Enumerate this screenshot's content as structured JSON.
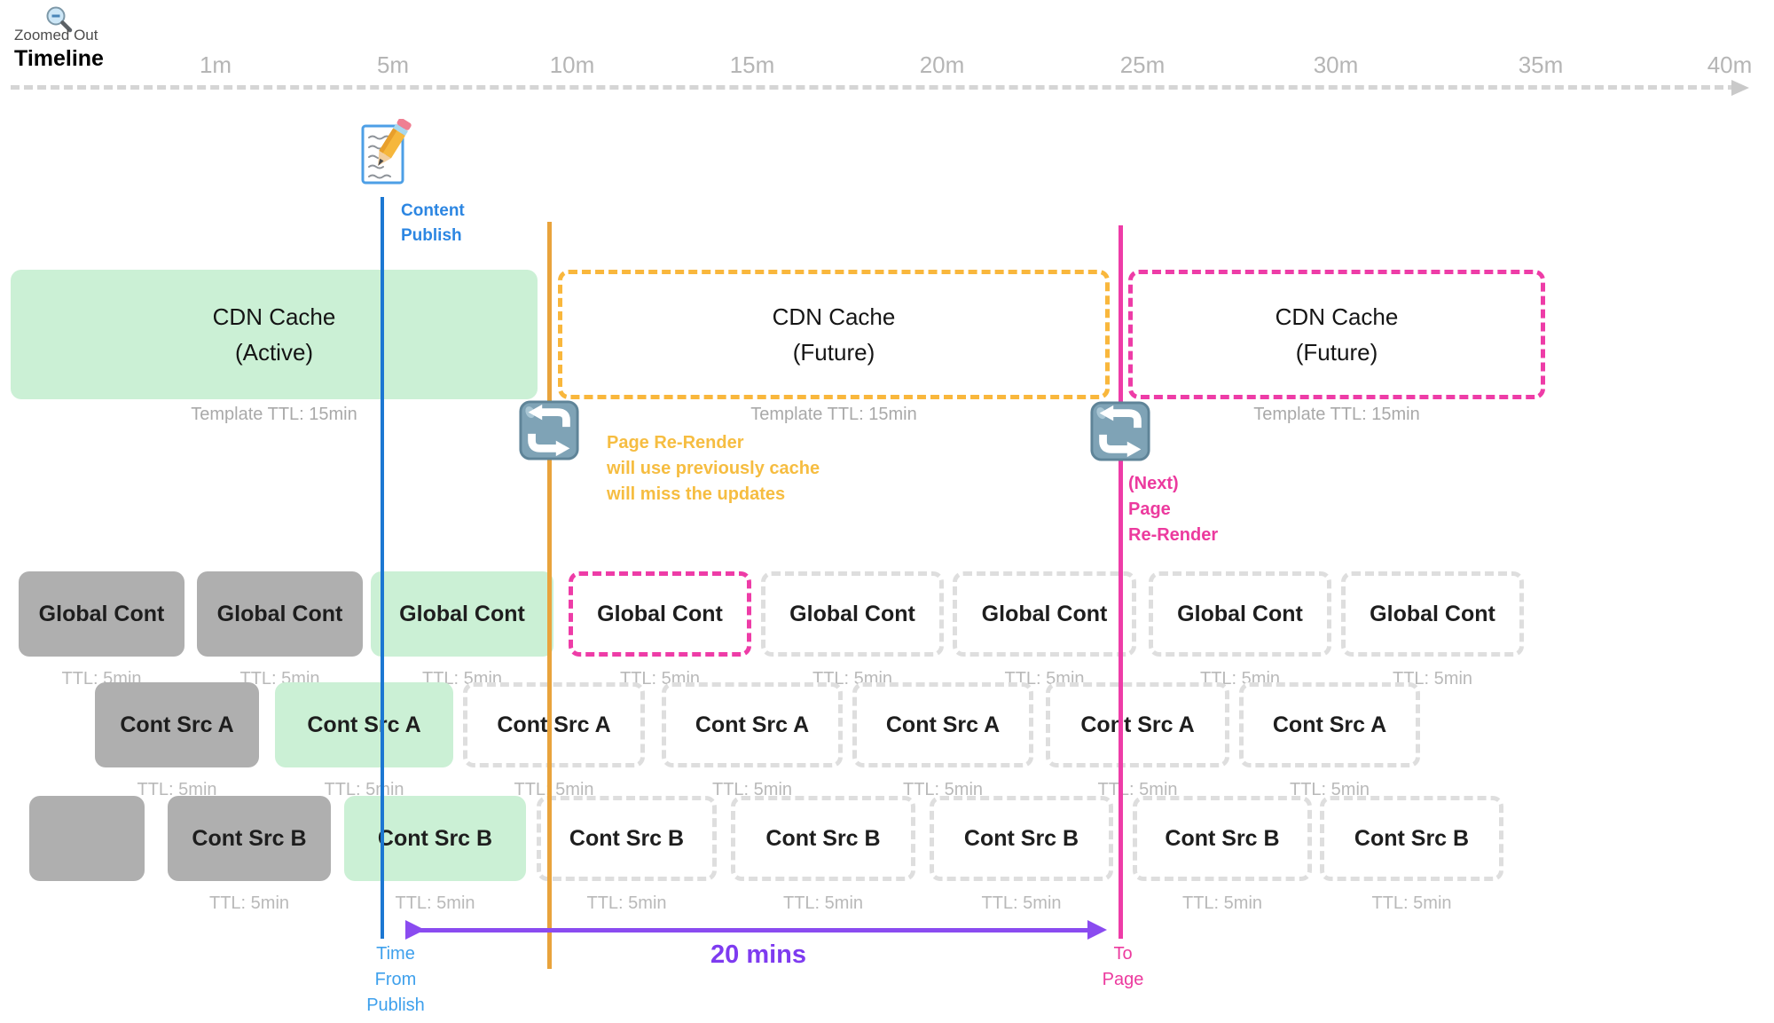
{
  "header": {
    "zoom_icon": "magnifier-zoom-out-icon",
    "zoomed_out_label": "Zoomed Out",
    "title": "Timeline",
    "ticks": [
      "1m",
      "5m",
      "10m",
      "15m",
      "20m",
      "25m",
      "30m",
      "35m",
      "40m"
    ]
  },
  "publish_marker": {
    "icon": "memo-pencil-icon",
    "lines": [
      "Content",
      "Publish"
    ]
  },
  "caches": [
    {
      "title": "CDN Cache",
      "subtitle": "(Active)",
      "ttl": "Template TTL: 15min",
      "variant": "solid-green"
    },
    {
      "title": "CDN Cache",
      "subtitle": "(Future)",
      "ttl": "Template TTL: 15min",
      "variant": "dashed-orange"
    },
    {
      "title": "CDN Cache",
      "subtitle": "(Future)",
      "ttl": "Template TTL: 15min",
      "variant": "dashed-pink"
    }
  ],
  "rerender_notes": {
    "first": [
      "Page Re-Render",
      "will use previously cache",
      "will miss the updates"
    ],
    "next": [
      "(Next)",
      "Page",
      "Re-Render"
    ]
  },
  "rows": [
    {
      "name": "Global Cont",
      "boxes": [
        {
          "label": "Global Cont",
          "ttl": "TTL: 5min",
          "variant": "solid-gray"
        },
        {
          "label": "Global Cont",
          "ttl": "TTL: 5min",
          "variant": "solid-gray"
        },
        {
          "label": "Global Cont",
          "ttl": "TTL: 5min",
          "variant": "solid-green"
        },
        {
          "label": "Global Cont",
          "ttl": "TTL: 5min",
          "variant": "dashed-pink"
        },
        {
          "label": "Global Cont",
          "ttl": "TTL: 5min",
          "variant": "dashed-gray"
        },
        {
          "label": "Global Cont",
          "ttl": "TTL: 5min",
          "variant": "dashed-gray"
        },
        {
          "label": "Global Cont",
          "ttl": "TTL: 5min",
          "variant": "dashed-gray"
        },
        {
          "label": "Global Cont",
          "ttl": "TTL: 5min",
          "variant": "dashed-gray"
        }
      ]
    },
    {
      "name": "Cont Src A",
      "boxes": [
        {
          "label": "Cont Src A",
          "ttl": "TTL: 5min",
          "variant": "solid-gray"
        },
        {
          "label": "Cont Src A",
          "ttl": "TTL: 5min",
          "variant": "solid-green"
        },
        {
          "label": "Cont Src A",
          "ttl": "TTL: 5min",
          "variant": "dashed-gray"
        },
        {
          "label": "Cont Src A",
          "ttl": "TTL: 5min",
          "variant": "dashed-gray"
        },
        {
          "label": "Cont Src A",
          "ttl": "TTL: 5min",
          "variant": "dashed-gray"
        },
        {
          "label": "Cont Src A",
          "ttl": "TTL: 5min",
          "variant": "dashed-gray"
        },
        {
          "label": "Cont Src A",
          "ttl": "TTL: 5min",
          "variant": "dashed-gray"
        }
      ]
    },
    {
      "name": "Cont Src B",
      "boxes": [
        {
          "label": "",
          "ttl": "",
          "variant": "solid-gray"
        },
        {
          "label": "Cont Src B",
          "ttl": "TTL: 5min",
          "variant": "solid-gray"
        },
        {
          "label": "Cont Src B",
          "ttl": "TTL: 5min",
          "variant": "solid-green"
        },
        {
          "label": "Cont Src B",
          "ttl": "TTL: 5min",
          "variant": "dashed-gray"
        },
        {
          "label": "Cont Src B",
          "ttl": "TTL: 5min",
          "variant": "dashed-gray"
        },
        {
          "label": "Cont Src B",
          "ttl": "TTL: 5min",
          "variant": "dashed-gray"
        },
        {
          "label": "Cont Src B",
          "ttl": "TTL: 5min",
          "variant": "dashed-gray"
        },
        {
          "label": "Cont Src B",
          "ttl": "TTL: 5min",
          "variant": "dashed-gray"
        }
      ]
    }
  ],
  "footer": {
    "duration_label": "20 mins",
    "from_lines": [
      "Time",
      "From",
      "Publish"
    ],
    "to_lines": [
      "To",
      "Page"
    ]
  },
  "colors": {
    "active_green": "#cbf0d5",
    "solid_gray": "#afafaf",
    "dashed_gray": "#dedede",
    "pink": "#ee3ca7",
    "orange_line": "#e9a33c",
    "orange_dash": "#f9b73c",
    "yellow_text": "#f6bd41",
    "blue_line": "#1c77d2",
    "blue_text": "#2c86e2",
    "light_blue_text": "#3ea0ec",
    "purple": "#8a4bf0"
  }
}
